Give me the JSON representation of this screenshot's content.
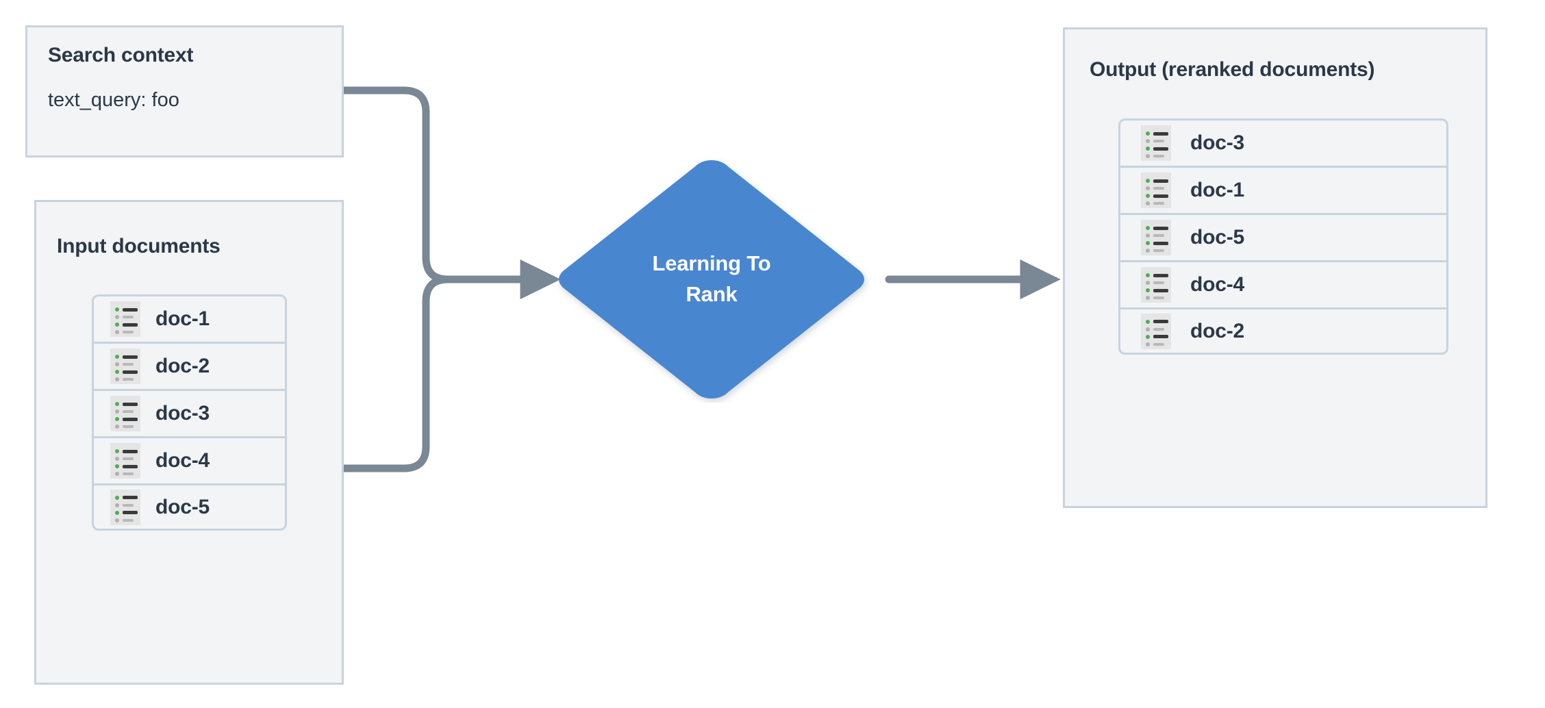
{
  "diagram": {
    "title": "Learning To Rank reranking flow",
    "background": "#ffffff",
    "colors": {
      "panel_fill": "#f2f4f6",
      "panel_border": "#c8d3de",
      "text": "#2b3847",
      "process_fill": "#4a86d0",
      "process_text": "#ffffff",
      "connector": "#7a8795",
      "icon_bg": "#e5e5e5",
      "icon_dot_active": "#4caf50",
      "icon_dot_muted": "#b0b0b0"
    }
  },
  "search_context": {
    "title": "Search context",
    "query_line": "text_query: foo"
  },
  "input_documents": {
    "title": "Input documents",
    "documents": [
      {
        "label": "doc-1",
        "icon": "document-list-icon"
      },
      {
        "label": "doc-2",
        "icon": "document-list-icon"
      },
      {
        "label": "doc-3",
        "icon": "document-list-icon"
      },
      {
        "label": "doc-4",
        "icon": "document-list-icon"
      },
      {
        "label": "doc-5",
        "icon": "document-list-icon"
      }
    ]
  },
  "process": {
    "label": "Learning To\nRank",
    "shape": "diamond"
  },
  "output": {
    "title": "Output (reranked documents)",
    "documents": [
      {
        "label": "doc-3",
        "icon": "document-list-icon"
      },
      {
        "label": "doc-1",
        "icon": "document-list-icon"
      },
      {
        "label": "doc-5",
        "icon": "document-list-icon"
      },
      {
        "label": "doc-4",
        "icon": "document-list-icon"
      },
      {
        "label": "doc-2",
        "icon": "document-list-icon"
      }
    ]
  },
  "connectors": [
    {
      "name": "search-context-to-process",
      "from": "Search context",
      "to": "Learning To Rank",
      "arrowhead": true
    },
    {
      "name": "input-documents-to-process",
      "from": "Input documents",
      "to": "Learning To Rank",
      "arrowhead": true
    },
    {
      "name": "process-to-output",
      "from": "Learning To Rank",
      "to": "Output (reranked documents)",
      "arrowhead": true
    }
  ]
}
